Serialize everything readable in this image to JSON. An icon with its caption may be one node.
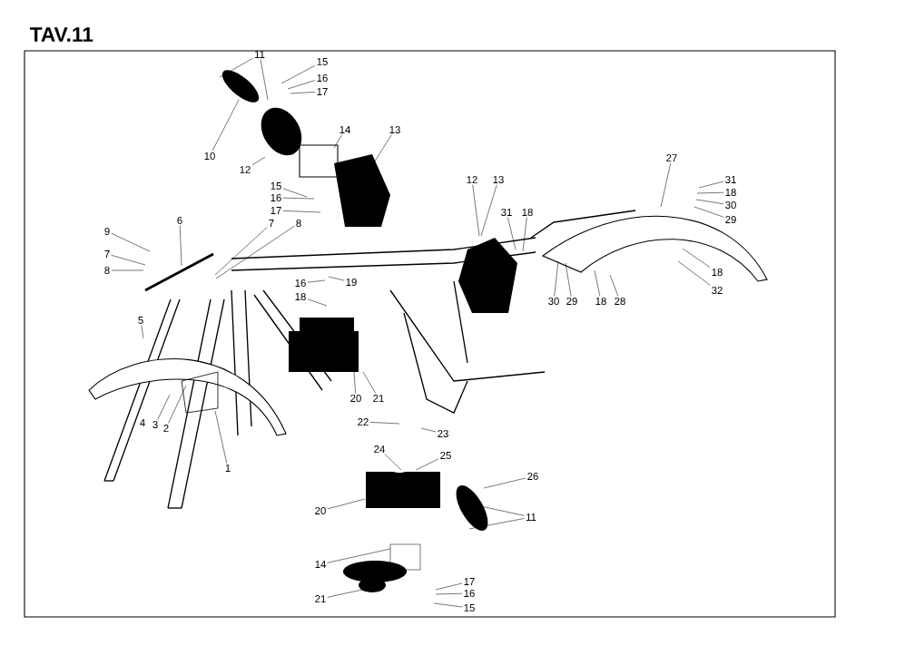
{
  "diagram": {
    "title": "TAV.11",
    "nodes": [
      {
        "text": [
          "11"
        ]
      },
      {
        "text": [
          "15"
        ]
      },
      {
        "text": [
          "16"
        ]
      },
      {
        "text": [
          "17"
        ]
      },
      {
        "text": [
          "10"
        ]
      },
      {
        "text": [
          "14"
        ]
      },
      {
        "text": [
          "13"
        ]
      },
      {
        "text": [
          "12"
        ]
      },
      {
        "text": [
          "15"
        ]
      },
      {
        "text": [
          "16"
        ]
      },
      {
        "text": [
          "17"
        ]
      },
      {
        "text": [
          "9"
        ]
      },
      {
        "text": [
          "6"
        ]
      },
      {
        "text": [
          "7"
        ]
      },
      {
        "text": [
          "8"
        ]
      },
      {
        "text": [
          "7"
        ]
      },
      {
        "text": [
          "8"
        ]
      },
      {
        "text": [
          "16"
        ]
      },
      {
        "text": [
          "19"
        ]
      },
      {
        "text": [
          "18"
        ]
      },
      {
        "text": [
          "5"
        ]
      },
      {
        "text": [
          "12"
        ]
      },
      {
        "text": [
          "13"
        ]
      },
      {
        "text": [
          "31"
        ]
      },
      {
        "text": [
          "18"
        ]
      },
      {
        "text": [
          "27"
        ]
      },
      {
        "text": [
          "31"
        ]
      },
      {
        "text": [
          "18"
        ]
      },
      {
        "text": [
          "30"
        ]
      },
      {
        "text": [
          "29"
        ]
      },
      {
        "text": [
          "30"
        ]
      },
      {
        "text": [
          "29"
        ]
      },
      {
        "text": [
          "18"
        ]
      },
      {
        "text": [
          "28"
        ]
      },
      {
        "text": [
          "18"
        ]
      },
      {
        "text": [
          "32"
        ]
      },
      {
        "text": [
          "2"
        ]
      },
      {
        "text": [
          "3"
        ]
      },
      {
        "text": [
          "1"
        ]
      },
      {
        "text": [
          "20"
        ]
      },
      {
        "text": [
          "21"
        ]
      },
      {
        "text": [
          "22"
        ]
      },
      {
        "text": [
          "23"
        ]
      },
      {
        "text": [
          "24"
        ]
      },
      {
        "text": [
          "25"
        ]
      },
      {
        "text": [
          "26"
        ]
      },
      {
        "text": [
          "11"
        ]
      },
      {
        "text": [
          "20"
        ]
      },
      {
        "text": [
          "14"
        ]
      },
      {
        "text": [
          "21"
        ]
      },
      {
        "text": [
          "17"
        ]
      },
      {
        "text": [
          "16"
        ]
      },
      {
        "text": [
          "15"
        ]
      }
    ],
    "edges": [
      {
        "from": 0,
        "to": null,
        "arrow": "none"
      },
      {
        "from": 0,
        "to": null,
        "arrow": "none"
      },
      {
        "from": 1,
        "to": null,
        "arrow": "none"
      },
      {
        "from": 2,
        "to": null,
        "arrow": "none"
      },
      {
        "from": 3,
        "to": null,
        "arrow": "none"
      },
      {
        "from": 4,
        "to": null,
        "arrow": "none"
      },
      {
        "from": 5,
        "to": null,
        "arrow": "none"
      },
      {
        "from": 6,
        "to": null,
        "arrow": "none"
      },
      {
        "from": 7,
        "to": null,
        "arrow": "none"
      },
      {
        "from": 8,
        "to": null,
        "arrow": "none"
      },
      {
        "from": 9,
        "to": null,
        "arrow": "none"
      },
      {
        "from": 10,
        "to": null,
        "arrow": "none"
      },
      {
        "from": 11,
        "to": null,
        "arrow": "none"
      },
      {
        "from": 12,
        "to": null,
        "arrow": "none"
      },
      {
        "from": 13,
        "to": null,
        "arrow": "none"
      },
      {
        "from": 14,
        "to": null,
        "arrow": "none"
      },
      {
        "from": 15,
        "to": null,
        "arrow": "none"
      },
      {
        "from": 16,
        "to": null,
        "arrow": "none"
      },
      {
        "from": 17,
        "to": null,
        "arrow": "none"
      },
      {
        "from": 18,
        "to": null,
        "arrow": "none"
      },
      {
        "from": 19,
        "to": null,
        "arrow": "none"
      },
      {
        "from": 20,
        "to": null,
        "arrow": "none"
      },
      {
        "from": 21,
        "to": null,
        "arrow": "none"
      },
      {
        "from": 22,
        "to": null,
        "arrow": "none"
      },
      {
        "from": 23,
        "to": null,
        "arrow": "none"
      },
      {
        "from": 24,
        "to": null,
        "arrow": "none"
      },
      {
        "from": 25,
        "to": null,
        "arrow": "none"
      },
      {
        "from": 26,
        "to": null,
        "arrow": "none"
      },
      {
        "from": 27,
        "to": null,
        "arrow": "none"
      },
      {
        "from": 28,
        "to": null,
        "arrow": "none"
      },
      {
        "from": 29,
        "to": null,
        "arrow": "none"
      },
      {
        "from": 30,
        "to": null,
        "arrow": "none"
      },
      {
        "from": 31,
        "to": null,
        "arrow": "none"
      },
      {
        "from": 32,
        "to": null,
        "arrow": "none"
      },
      {
        "from": 33,
        "to": null,
        "arrow": "none"
      },
      {
        "from": 34,
        "to": null,
        "arrow": "none"
      },
      {
        "from": 35,
        "to": null,
        "arrow": "none"
      },
      {
        "from": 36,
        "to": null,
        "arrow": "none"
      },
      {
        "from": 37,
        "to": null,
        "arrow": "none"
      },
      {
        "from": 38,
        "to": null,
        "arrow": "none"
      },
      {
        "from": 39,
        "to": null,
        "arrow": "none"
      },
      {
        "from": 40,
        "to": null,
        "arrow": "none"
      },
      {
        "from": 41,
        "to": null,
        "arrow": "none"
      },
      {
        "from": 42,
        "to": null,
        "arrow": "none"
      },
      {
        "from": 43,
        "to": null,
        "arrow": "none"
      },
      {
        "from": 44,
        "to": null,
        "arrow": "none"
      },
      {
        "from": 45,
        "to": null,
        "arrow": "none"
      },
      {
        "from": 46,
        "to": null,
        "arrow": "none"
      },
      {
        "from": 46,
        "to": null,
        "arrow": "none"
      },
      {
        "from": 47,
        "to": null,
        "arrow": "none"
      },
      {
        "from": 48,
        "to": null,
        "arrow": "none"
      },
      {
        "from": 49,
        "to": null,
        "arrow": "none"
      },
      {
        "from": 50,
        "to": null,
        "arrow": "none"
      },
      {
        "from": 51,
        "to": null,
        "arrow": "none"
      },
      {
        "from": 52,
        "to": null,
        "arrow": "none"
      }
    ],
    "labels": [
      "4"
    ]
  }
}
